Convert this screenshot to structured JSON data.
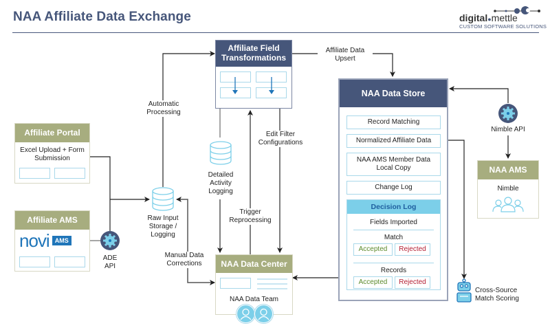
{
  "header": {
    "title": "NAA Affiliate Data Exchange",
    "logo": {
      "word_bold": "digital",
      "word_light": "mettle",
      "tagline": "CUSTOM SOFTWARE SOLUTIONS"
    }
  },
  "colors": {
    "navy": "#46567a",
    "olive": "#a7ad7f",
    "light_blue": "#a9d8ea",
    "decision_blue": "#7ccfe9",
    "accepted_green": "#5b8a2c",
    "rejected_red": "#b42034"
  },
  "nodes": {
    "affiliate_portal": {
      "title": "Affiliate Portal",
      "body": "Excel Upload + Form Submission"
    },
    "affiliate_ams": {
      "title": "Affiliate AMS",
      "brand": "novi",
      "brand_badge": "AMS"
    },
    "ade_api": {
      "label_line1": "ADE",
      "label_line2": "API",
      "icon": "gear-icon"
    },
    "raw_storage": {
      "label_line1": "Raw Input",
      "label_line2": "Storage /",
      "label_line3": "Logging",
      "icon": "database-icon"
    },
    "field_transformations": {
      "title_line1": "Affiliate Field",
      "title_line2": "Transformations"
    },
    "activity_logging": {
      "label_line1": "Detailed",
      "label_line2": "Activity",
      "label_line3": "Logging",
      "icon": "database-icon"
    },
    "data_center": {
      "title": "NAA Data Center",
      "team": "NAA Data Team"
    },
    "data_store": {
      "title": "NAA Data Store",
      "items": [
        "Record Matching",
        "Normalized Affiliate Data",
        "NAA AMS Member Data Local Copy",
        "Change Log"
      ],
      "decision_log": {
        "title": "Decision Log",
        "fields_imported": "Fields Imported",
        "match_label": "Match",
        "records_label": "Records",
        "accepted": "Accepted",
        "rejected": "Rejected"
      }
    },
    "nimble_api": {
      "label": "Nimble API",
      "icon": "gear-icon"
    },
    "naa_ams": {
      "title": "NAA AMS",
      "body": "Nimble"
    },
    "match_scoring": {
      "label_line1": "Cross-Source",
      "label_line2": "Match Scoring",
      "icon": "robot-icon"
    }
  },
  "edges": {
    "automatic_processing": {
      "line1": "Automatic",
      "line2": "Processing"
    },
    "affiliate_upsert": {
      "line1": "Affiliate Data",
      "line2": "Upsert"
    },
    "edit_filter": {
      "line1": "Edit Filter",
      "line2": "Configurations"
    },
    "trigger_reprocessing": {
      "line1": "Trigger",
      "line2": "Reprocessing"
    },
    "manual_corrections": {
      "line1": "Manual Data",
      "line2": "Corrections"
    }
  }
}
